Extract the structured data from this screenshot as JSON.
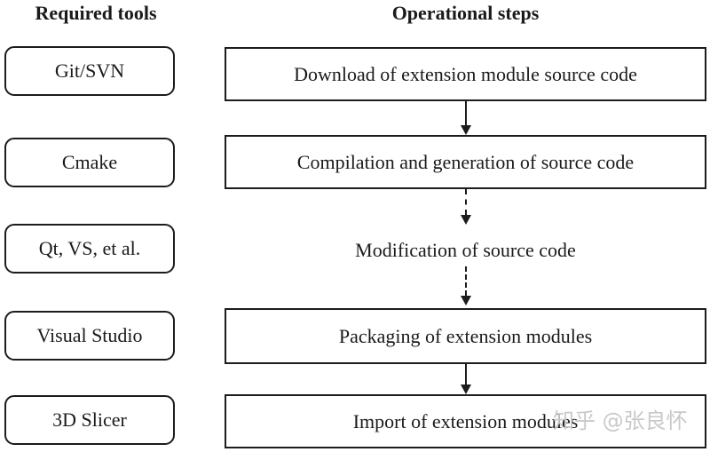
{
  "headers": {
    "left": "Required tools",
    "right": "Operational steps"
  },
  "tools": [
    {
      "label": "Git/SVN"
    },
    {
      "label": "Cmake"
    },
    {
      "label": "Qt, VS, et al."
    },
    {
      "label": "Visual Studio"
    },
    {
      "label": "3D Slicer"
    }
  ],
  "steps": [
    {
      "label": "Download of extension module source code",
      "boxed": true
    },
    {
      "label": "Compilation and generation of source code",
      "boxed": true
    },
    {
      "label": "Modification of source code",
      "boxed": false
    },
    {
      "label": "Packaging of extension modules",
      "boxed": true
    },
    {
      "label": "Import of extension modules",
      "boxed": true
    }
  ],
  "connectors": [
    {
      "from": "step-1",
      "to": "step-2",
      "style": "solid"
    },
    {
      "from": "step-2",
      "to": "step-3",
      "style": "dashed"
    },
    {
      "from": "step-3",
      "to": "step-4",
      "style": "dashed"
    },
    {
      "from": "step-4",
      "to": "step-5",
      "style": "solid"
    }
  ],
  "watermark": "知乎 @张良怀",
  "colors": {
    "line": "#1c1c1c",
    "text": "#1a1a1a",
    "background": "#ffffff",
    "watermark": "#c9c9c9"
  }
}
